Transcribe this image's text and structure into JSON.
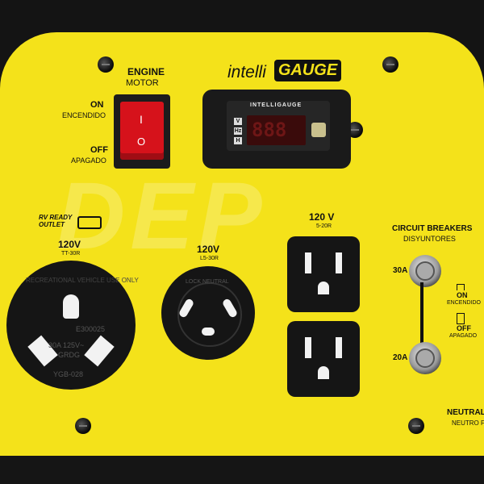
{
  "engine": {
    "title": "ENGINE",
    "subtitle": "MOTOR",
    "on": "ON",
    "on_es": "ENCENDIDO",
    "off": "OFF",
    "off_es": "APAGADO",
    "switch_on_mark": "I",
    "switch_off_mark": "O"
  },
  "brand": {
    "logo_prefix": "intelli",
    "logo_suffix": "GAUGE",
    "meter_name": "INTELLIGAUGE",
    "meter_labels": [
      "V",
      "Hz",
      "H"
    ],
    "meter_value": "888"
  },
  "watermark": {
    "text": "DEP"
  },
  "rv_outlet": {
    "header": "RV READY\nOUTLET",
    "voltage": "120V",
    "type": "TT-30R",
    "face_text": "RECREATIONAL VEHICLE USE ONLY",
    "code": "E300025",
    "rating": "30A  125V~",
    "grdg": "GRDG",
    "model": "YGB-028"
  },
  "locking_outlet": {
    "voltage": "120V",
    "type": "L5-30R",
    "face_text": "LOCK NEUTRAL"
  },
  "duplex_outlet": {
    "voltage": "120 V",
    "type": "5-20R"
  },
  "breakers": {
    "title": "CIRCUIT BREAKERS",
    "title_es": "DISYUNTORES",
    "top_rating": "30A",
    "bottom_rating": "20A",
    "on": "ON",
    "on_es": "ENCENDIDO",
    "off": "OFF",
    "off_es": "APAGADO"
  },
  "neutral": {
    "label": "NEUTRAL",
    "label_es": "NEUTRO F"
  },
  "colors": {
    "panel": "#f4e21a",
    "switch": "#d6121b",
    "frame": "#141414"
  }
}
